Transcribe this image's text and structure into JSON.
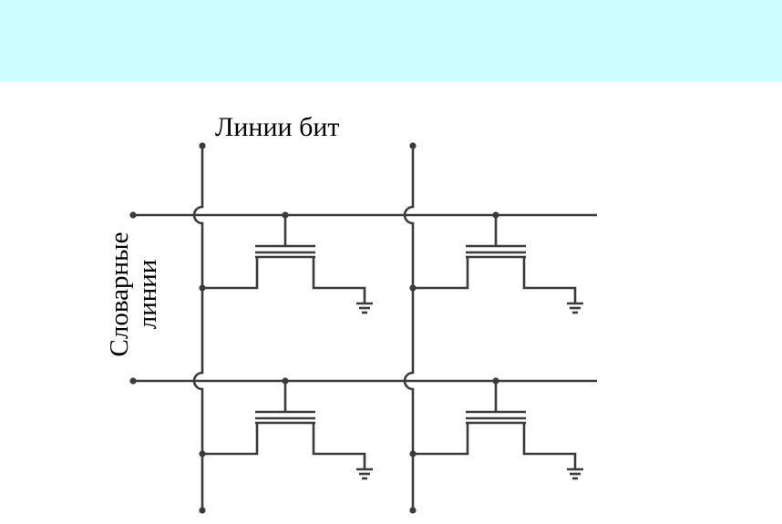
{
  "colors": {
    "header_band": "#cbfdfe",
    "wire": "#3b3b3b",
    "background": "#ffffff"
  },
  "labels": {
    "bit_lines": "Линии бит",
    "word_lines_line1": "Словарные",
    "word_lines_line2": "линии"
  },
  "diagram": {
    "type": "memory-cell-array",
    "rows": 2,
    "columns": 2,
    "cell_components": [
      "transistor",
      "ground"
    ]
  }
}
